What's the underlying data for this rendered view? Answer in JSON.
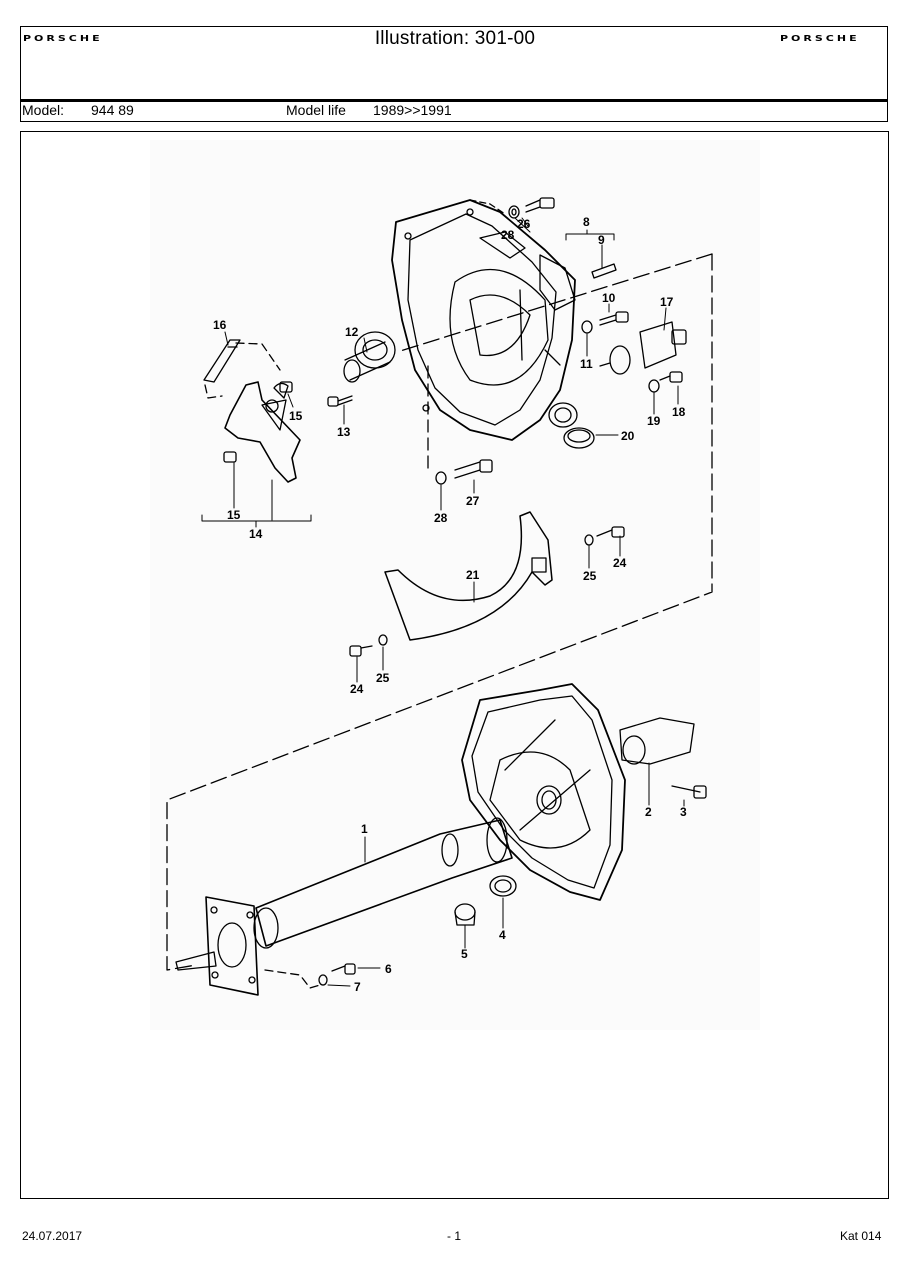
{
  "header": {
    "title": "Illustration: 301-00",
    "brand_left": "PORSCHE",
    "brand_right": "PORSCHE",
    "model_label": "Model:",
    "model_value": "944 89",
    "model_life_label": "Model life",
    "model_life_value": "1989>>1991"
  },
  "callouts": {
    "c1": "1",
    "c2": "2",
    "c3": "3",
    "c4": "4",
    "c5": "5",
    "c6": "6",
    "c7": "7",
    "c8": "8",
    "c9": "9",
    "c10": "10",
    "c11": "11",
    "c12": "12",
    "c13": "13",
    "c14": "14",
    "c15a": "15",
    "c15b": "15",
    "c16": "16",
    "c17": "17",
    "c18": "18",
    "c19": "19",
    "c20": "20",
    "c21": "21",
    "c24a": "24",
    "c24b": "24",
    "c25a": "25",
    "c25b": "25",
    "c26": "26",
    "c27": "27",
    "c28a": "28",
    "c28b": "28"
  },
  "footer": {
    "date": "24.07.2017",
    "page": "- 1",
    "catalog": "Kat 014"
  }
}
